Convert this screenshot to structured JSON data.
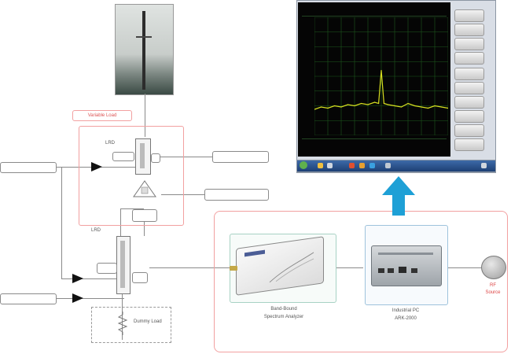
{
  "diagram": {
    "variable_load_label": "Variable Load",
    "dummy_load_label": "Dummy Load",
    "signal_labels": [
      "",
      "",
      "",
      "",
      "",
      "",
      ""
    ],
    "device1_caption": [
      "Band-Bound",
      "Spectrum Analyzer"
    ],
    "device2_caption": [
      "Industrial PC",
      "ARK-2000"
    ],
    "antenna_caption": [
      "RF",
      "Source"
    ]
  },
  "colors": {
    "highlight_red": "#f2a0a0",
    "arrow_blue": "#1ea0d6",
    "screen_black": "#050505",
    "trace_yellow": "#d8e020",
    "grid_green": "#1d5a1d"
  },
  "chart_data": {
    "type": "line",
    "title": "",
    "xlabel": "",
    "ylabel": "",
    "xlim": [
      0,
      100
    ],
    "ylim": [
      0,
      100
    ],
    "grid": true,
    "x": [
      0,
      5,
      10,
      15,
      20,
      25,
      30,
      35,
      40,
      45,
      48,
      50,
      52,
      55,
      60,
      65,
      70,
      75,
      80,
      85,
      90,
      95,
      100
    ],
    "series": [
      {
        "values": [
          22,
          24,
          23,
          25,
          24,
          26,
          25,
          27,
          26,
          28,
          27,
          55,
          27,
          26,
          25,
          24,
          27,
          25,
          24,
          23,
          25,
          24,
          23
        ]
      }
    ]
  }
}
